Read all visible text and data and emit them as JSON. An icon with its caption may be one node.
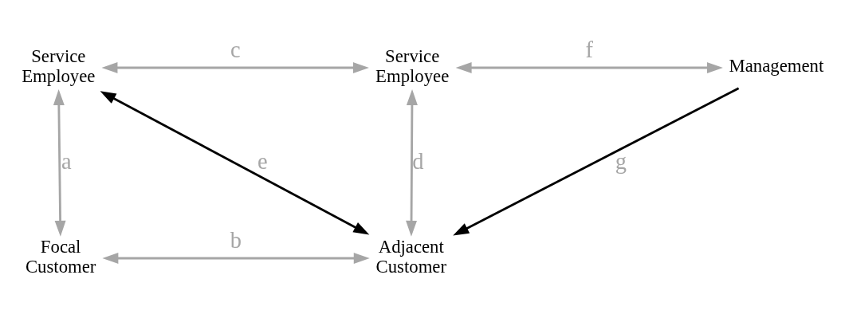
{
  "diagram": {
    "nodes": [
      {
        "text": [
          "Service Employee"
        ]
      },
      {
        "text": [
          "Service Employee"
        ]
      },
      {
        "text": [
          "Management"
        ]
      },
      {
        "text": [
          "Focal Customer"
        ]
      },
      {
        "text": [
          "Adjacent Customer"
        ]
      }
    ],
    "edges": [
      {
        "from": 0,
        "to": 1,
        "arrow": "both",
        "label": "c"
      },
      {
        "from": 1,
        "to": 2,
        "arrow": "both",
        "label": "f"
      },
      {
        "from": 0,
        "to": 3,
        "arrow": "both",
        "label": "a"
      },
      {
        "from": 0,
        "to": 4,
        "arrow": "both",
        "label": "e",
        "color": "#000000"
      },
      {
        "from": 1,
        "to": 4,
        "arrow": "both",
        "label": "d"
      },
      {
        "from": 2,
        "to": 4,
        "arrow": "to",
        "label": "g",
        "color": "#000000"
      },
      {
        "from": 3,
        "to": 4,
        "arrow": "both",
        "label": "b"
      }
    ]
  }
}
